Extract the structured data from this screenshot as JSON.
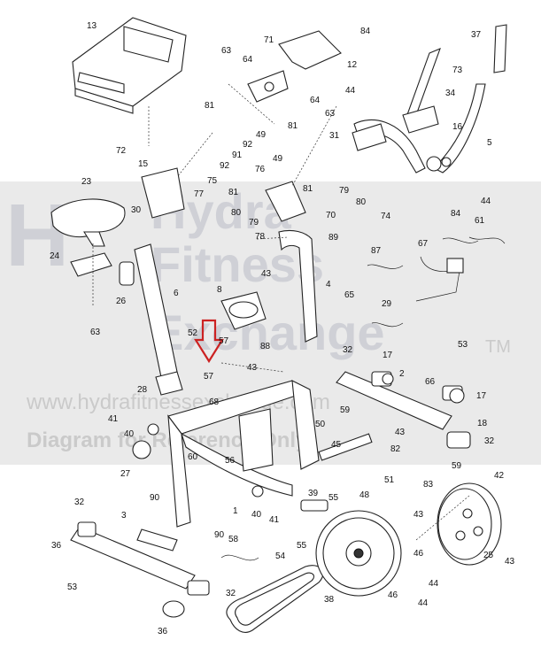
{
  "watermark": {
    "brand_lines": [
      "Hydra",
      "Fitness",
      "Exchange"
    ],
    "trademark": "TM",
    "website": "www.hydrafitnessexchange.com",
    "caption": "Diagram for Reference Only"
  },
  "labels": {
    "p13": "13",
    "p71": "71",
    "p84a": "84",
    "p12": "12",
    "p63a": "63",
    "p64a": "64",
    "p37": "37",
    "p73": "73",
    "p34": "34",
    "p5": "5",
    "p16": "16",
    "p44a": "44",
    "p31": "31",
    "p81a": "81",
    "p64b": "64",
    "p63b": "63",
    "p81b": "81",
    "p49a": "49",
    "p72a": "72",
    "p92a": "92",
    "p91": "91",
    "p92b": "92",
    "p15": "15",
    "p75": "75",
    "p77": "77",
    "p49b": "49",
    "p76": "76",
    "p81c": "81",
    "p81d": "81",
    "p80a": "80",
    "p79a": "79",
    "p79b": "79",
    "p70": "70",
    "p80b": "80",
    "p84b": "84",
    "p44b": "44",
    "p74": "74",
    "p78": "78",
    "p23": "23",
    "p30": "30",
    "p61": "61",
    "p89": "89",
    "p24": "24",
    "p26": "26",
    "p6": "6",
    "p87": "87",
    "p67": "67",
    "p43a": "43",
    "p8": "8",
    "p4": "4",
    "p65": "65",
    "p29": "29",
    "p63c": "63",
    "p52": "52",
    "p57a": "57",
    "p88": "88",
    "p53a": "53",
    "p32a": "32",
    "p43b": "43",
    "p57b": "57",
    "p17a": "17",
    "p2": "2",
    "p66": "66",
    "p28": "28",
    "p68": "68",
    "p59a": "59",
    "p17b": "17",
    "p41a": "41",
    "p18": "18",
    "p50": "50",
    "p40a": "40",
    "p43c": "43",
    "p32b": "32",
    "p45": "45",
    "p82": "82",
    "p27": "27",
    "p60": "60",
    "p56": "56",
    "p59b": "59",
    "p51": "51",
    "p83": "83",
    "p48": "48",
    "p42": "42",
    "p90a": "90",
    "p39": "39",
    "p55a": "55",
    "p1": "1",
    "p40b": "40",
    "p41b": "41",
    "p32c": "32",
    "p3": "3",
    "p90b": "90",
    "p43d": "43",
    "p36a": "36",
    "p58": "58",
    "p55b": "55",
    "p54": "54",
    "p25": "25",
    "p43e": "43",
    "p46a": "46",
    "p53b": "53",
    "p32d": "32",
    "p44c": "44",
    "p46b": "46",
    "p38": "38",
    "p44d": "44",
    "p36b": "36"
  },
  "colors": {
    "line": "#222222",
    "arrow": "#cc2222",
    "watermark": "#b9bcc6",
    "band": "#d8d8d8"
  },
  "icons": {
    "callout_arrow": "down-arrow-icon"
  }
}
